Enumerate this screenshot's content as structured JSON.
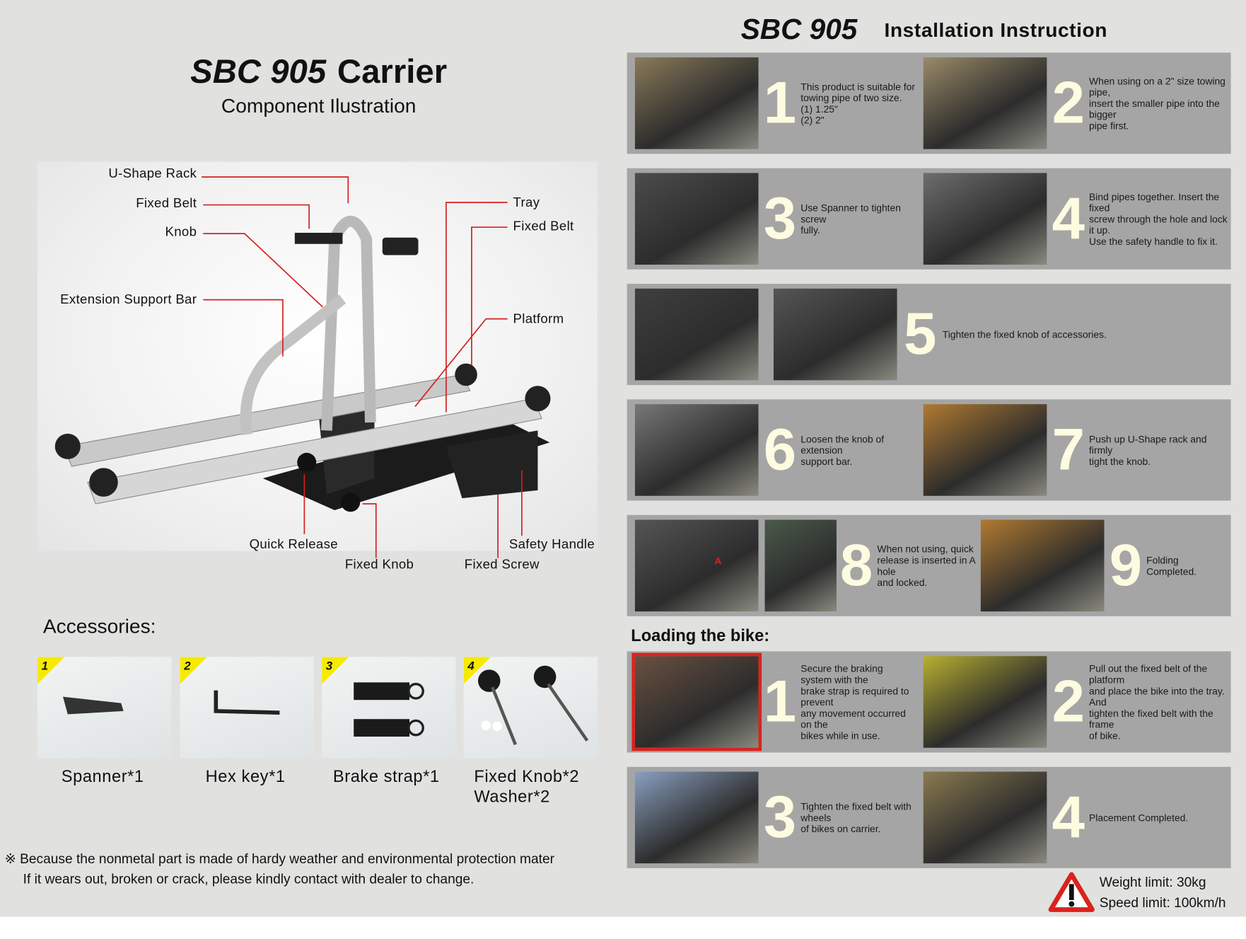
{
  "left": {
    "title_model": "SBC 905",
    "title_word": "Carrier",
    "subtitle": "Component Ilustration",
    "labels": {
      "u_shape_rack": "U-Shape Rack",
      "fixed_belt_left": "Fixed Belt",
      "knob": "Knob",
      "extension_support_bar": "Extension Support Bar",
      "tray": "Tray",
      "fixed_belt_right": "Fixed Belt",
      "platform": "Platform",
      "quick_release": "Quick Release",
      "safety_handle": "Safety Handle",
      "fixed_knob": "Fixed Knob",
      "fixed_screw": "Fixed Screw"
    },
    "accessories_heading": "Accessories:",
    "accessories": [
      {
        "num": "1",
        "line1": "Spanner*1",
        "line2": ""
      },
      {
        "num": "2",
        "line1": "Hex key*1",
        "line2": ""
      },
      {
        "num": "3",
        "line1": "Brake strap*1",
        "line2": ""
      },
      {
        "num": "4",
        "line1": "Fixed Knob*2",
        "line2": "Washer*2"
      }
    ],
    "note_line1": "※ Because the nonmetal part is made of hardy weather and environmental protection mater",
    "note_line2": "If it wears out, broken or crack, please kindly contact with  dealer to change."
  },
  "right": {
    "title_model": "SBC 905",
    "title_text": "Installation Instruction",
    "install_steps": [
      {
        "num": "1",
        "text": "This  product is suitable for\ntowing pipe of two size.\n(1)  1.25\"\n(2)  2\""
      },
      {
        "num": "2",
        "text": "When using on a 2\" size towing pipe,\ninsert the smaller pipe into the bigger\npipe first."
      },
      {
        "num": "3",
        "text": "Use Spanner to tighten screw\nfully."
      },
      {
        "num": "4",
        "text": "Bind pipes together. Insert the fixed\nscrew through the hole and lock it up.\nUse the safety handle to fix it."
      },
      {
        "num": "5",
        "text": "Tighten the fixed knob of accessories."
      },
      {
        "num": "6",
        "text": "Loosen the knob of extension\nsupport bar."
      },
      {
        "num": "7",
        "text": "Push up U-Shape rack and firmly\ntight the knob."
      },
      {
        "num": "8",
        "text": "When not using, quick\nrelease is inserted in A hole\nand locked."
      },
      {
        "num": "9",
        "text": "Folding Completed."
      }
    ],
    "loading_heading": "Loading the bike:",
    "loading_steps": [
      {
        "num": "1",
        "text": "Secure the braking system with the\nbrake strap is required to prevent\nany movement occurred on the\nbikes while in use."
      },
      {
        "num": "2",
        "text": "Pull out the fixed belt of the platform\nand place the bike into the tray. And\ntighten the fixed belt with the frame\nof bike."
      },
      {
        "num": "3",
        "text": "Tighten the fixed belt with wheels\nof bikes on carrier."
      },
      {
        "num": "4",
        "text": "Placement Completed."
      }
    ],
    "photo_marker": "A",
    "weight_limit": "Weight limit: 30kg",
    "speed_limit": "Speed limit: 100km/h"
  },
  "colors": {
    "background": "#e1e1e0",
    "panel": "#a5a5a5",
    "step_number": "#fdfbe0",
    "leader": "#d42020",
    "badge": "#f5ea00",
    "warning": "#d9231c"
  }
}
